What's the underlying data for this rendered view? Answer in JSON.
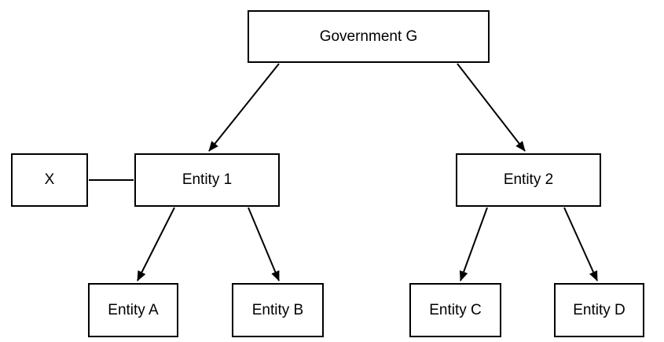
{
  "diagram": {
    "type": "hierarchy",
    "background_color": "#ffffff",
    "line_color": "#000000",
    "box_fill_color": "#ffffff",
    "text_color": "#000000",
    "nodes": {
      "government_g": {
        "label": "Government G"
      },
      "x": {
        "label": "X"
      },
      "entity_1": {
        "label": "Entity 1"
      },
      "entity_2": {
        "label": "Entity 2"
      },
      "entity_a": {
        "label": "Entity A"
      },
      "entity_b": {
        "label": "Entity B"
      },
      "entity_c": {
        "label": "Entity C"
      },
      "entity_d": {
        "label": "Entity D"
      }
    },
    "edges": [
      {
        "from": "Government G",
        "to": "Entity 1",
        "style": "arrow"
      },
      {
        "from": "Government G",
        "to": "Entity 2",
        "style": "arrow"
      },
      {
        "from": "X",
        "to": "Entity 1",
        "style": "plain-line"
      },
      {
        "from": "Entity 1",
        "to": "Entity A",
        "style": "arrow"
      },
      {
        "from": "Entity 1",
        "to": "Entity B",
        "style": "arrow"
      },
      {
        "from": "Entity 2",
        "to": "Entity C",
        "style": "arrow"
      },
      {
        "from": "Entity 2",
        "to": "Entity D",
        "style": "arrow"
      }
    ]
  }
}
